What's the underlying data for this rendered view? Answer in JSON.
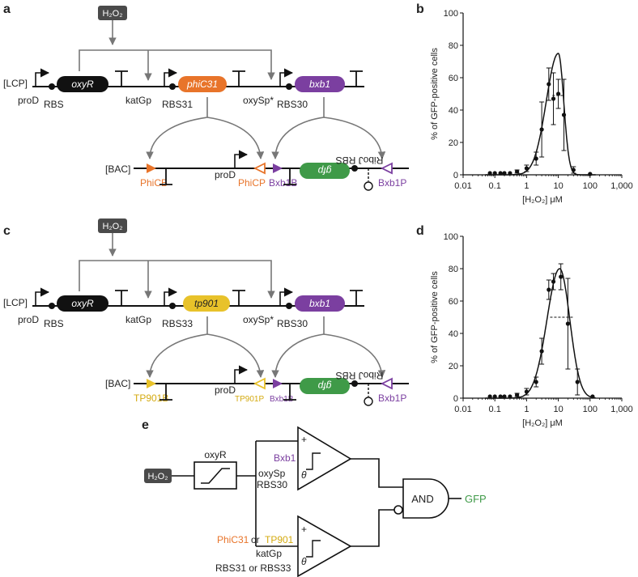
{
  "colors": {
    "orange": "#e8742a",
    "purple": "#7b3fa0",
    "yellow": "#e8c22a",
    "green": "#3f9a48",
    "black": "#111111",
    "gray": "#777777",
    "dark_box": "#4a4a4a"
  },
  "panel_letters": {
    "a": "a",
    "b": "b",
    "c": "c",
    "d": "d",
    "e": "e"
  },
  "panel_a": {
    "h2o": "H₂O₂",
    "lcp_label": "[LCP]",
    "bac_label": "[BAC]",
    "genes": {
      "oxyr": "oxyR",
      "phic31": "phiC31",
      "bxb1": "bxb1",
      "gfp": "gfp"
    },
    "labels": {
      "prod": "proD",
      "rbs": "RBS",
      "katgp": "katGp",
      "rbs31": "RBS31",
      "oxysp": "oxySp*",
      "rbs30": "RBS30",
      "phicb": "PhiCB",
      "bac_prod": "proD",
      "phicp": "PhiCP",
      "bxb1b": "Bxb1B",
      "riboj": "RiboJ RBS",
      "bxb1p": "Bxb1P"
    }
  },
  "panel_c": {
    "h2o": "H₂O₂",
    "lcp_label": "[LCP]",
    "bac_label": "[BAC]",
    "genes": {
      "oxyr": "oxyR",
      "tp901": "tp901",
      "bxb1": "bxb1",
      "gfp": "gfp"
    },
    "labels": {
      "prod": "proD",
      "rbs": "RBS",
      "katgp": "katGp",
      "rbs33": "RBS33",
      "oxysp": "oxySp*",
      "rbs30": "RBS30",
      "tp901b": "TP901B",
      "bac_prod": "proD",
      "tp901p": "TP901P",
      "bxb1b": "Bxb1B",
      "riboj": "RiboJ RBS",
      "bxb1p": "Bxb1P"
    }
  },
  "panel_e": {
    "h2o": "H₂O₂",
    "oxyr": "oxyR",
    "bxb1": "Bxb1",
    "oxysp": "oxySp",
    "rbs30": "RBS30",
    "theta": "θ",
    "plus": "+",
    "phic31": "PhiC31",
    "or1": "or",
    "tp901": "TP901",
    "katgp": "katGp",
    "rbs_both": "RBS31 or RBS33",
    "and": "AND",
    "gfp": "GFP"
  },
  "chart_data": [
    {
      "type": "scatter",
      "panel": "b",
      "xlabel": "[H₂O₂] μM",
      "ylabel": "% of GFP-positive cells",
      "xscale": "log",
      "xlim": [
        0.01,
        1000
      ],
      "ylim": [
        0,
        100
      ],
      "xticks": [
        "0.01",
        "0.1",
        "1",
        "10",
        "100",
        "1,000"
      ],
      "yticks": [
        "0",
        "20",
        "40",
        "60",
        "80",
        "100"
      ],
      "x": [
        0.07,
        0.1,
        0.15,
        0.2,
        0.3,
        0.5,
        1.0,
        2.0,
        3.0,
        5.0,
        7.0,
        10.0,
        15.0,
        30.0,
        100.0
      ],
      "y": [
        1,
        1,
        1,
        1,
        1,
        2,
        4,
        10,
        28,
        56,
        47,
        50,
        37,
        3,
        0.5
      ],
      "err": [
        0,
        0,
        0,
        0,
        0,
        1,
        2,
        4,
        17,
        10,
        16,
        9,
        22,
        2,
        0
      ],
      "fit": {
        "peak": 75,
        "center": 10,
        "low_width": 0.38,
        "high_width": 0.17
      },
      "halfmax_line": {
        "from": 6.5,
        "to": 15,
        "y": 49
      }
    },
    {
      "type": "scatter",
      "panel": "d",
      "xlabel": "[H₂O₂] μM",
      "ylabel": "% of GFP-positive cells",
      "xscale": "log",
      "xlim": [
        0.01,
        1000
      ],
      "ylim": [
        0,
        100
      ],
      "xticks": [
        "0.01",
        "0.1",
        "1",
        "10",
        "100",
        "1,000"
      ],
      "yticks": [
        "0",
        "20",
        "40",
        "60",
        "80",
        "100"
      ],
      "x": [
        0.07,
        0.1,
        0.15,
        0.2,
        0.3,
        0.5,
        1.0,
        2.0,
        3.0,
        5.0,
        7.0,
        12.0,
        20.0,
        40.0,
        120.0
      ],
      "y": [
        1,
        1,
        1,
        1,
        1,
        2,
        4,
        10,
        29,
        67,
        72,
        75,
        46,
        10,
        1
      ],
      "err": [
        0,
        0,
        0,
        0,
        0,
        1,
        2,
        3,
        8,
        6,
        5,
        8,
        28,
        8,
        0
      ],
      "fit": {
        "peak": 80,
        "center": 11,
        "low_width": 0.4,
        "high_width": 0.32
      },
      "halfmax_line": {
        "from": 5.5,
        "to": 30,
        "y": 50
      }
    }
  ]
}
